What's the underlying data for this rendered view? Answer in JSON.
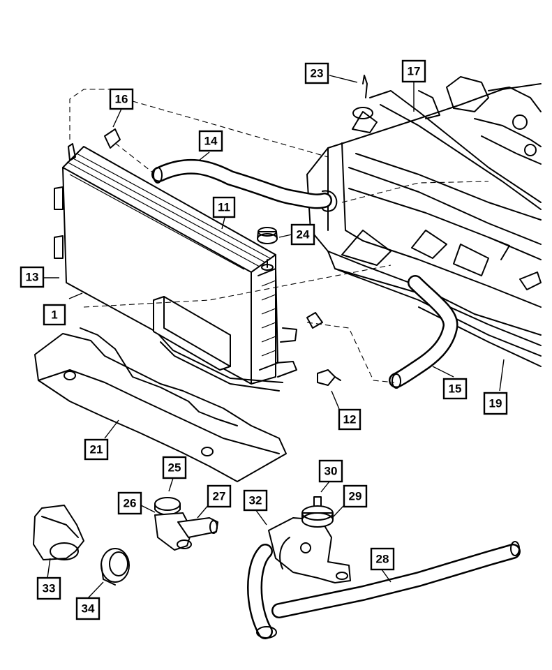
{
  "callouts": [
    {
      "id": "c1",
      "label": "1"
    },
    {
      "id": "c11",
      "label": "11"
    },
    {
      "id": "c12",
      "label": "12"
    },
    {
      "id": "c13",
      "label": "13"
    },
    {
      "id": "c14",
      "label": "14"
    },
    {
      "id": "c15",
      "label": "15"
    },
    {
      "id": "c16",
      "label": "16"
    },
    {
      "id": "c17",
      "label": "17"
    },
    {
      "id": "c19",
      "label": "19"
    },
    {
      "id": "c21",
      "label": "21"
    },
    {
      "id": "c23",
      "label": "23"
    },
    {
      "id": "c24",
      "label": "24"
    },
    {
      "id": "c25",
      "label": "25"
    },
    {
      "id": "c26",
      "label": "26"
    },
    {
      "id": "c27",
      "label": "27"
    },
    {
      "id": "c28",
      "label": "28"
    },
    {
      "id": "c29",
      "label": "29"
    },
    {
      "id": "c30",
      "label": "30"
    },
    {
      "id": "c32",
      "label": "32"
    },
    {
      "id": "c33",
      "label": "33"
    },
    {
      "id": "c34",
      "label": "34"
    }
  ]
}
